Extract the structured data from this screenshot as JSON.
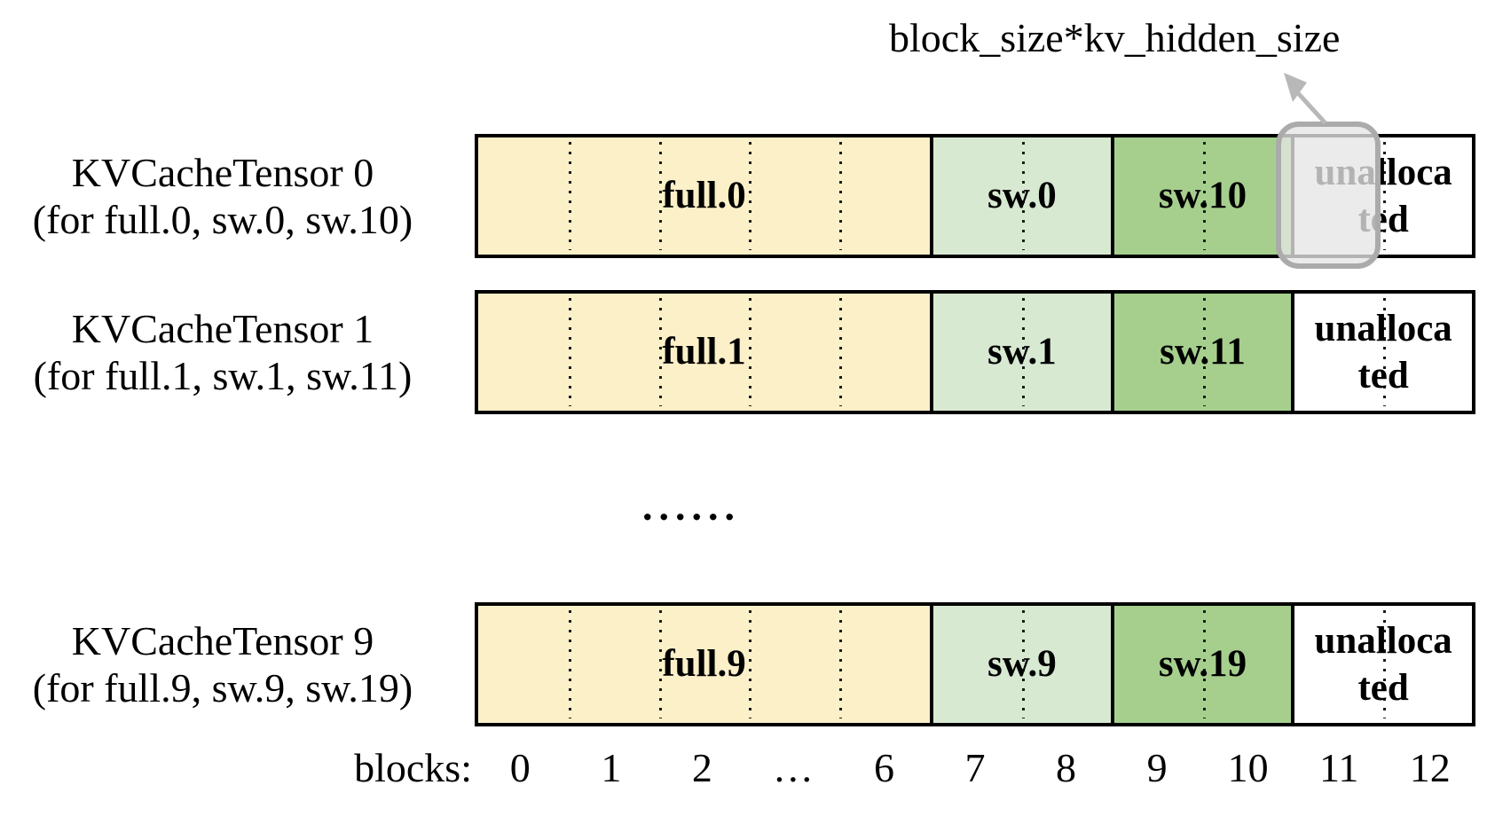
{
  "annotation": {
    "label": "block_size*kv_hidden_size"
  },
  "rows": [
    {
      "title": "KVCacheTensor 0",
      "subtitle": "(for full.0, sw.0, sw.10)",
      "highlighted": true,
      "segments": [
        {
          "label": "full.0",
          "kind": "full"
        },
        {
          "label": "sw.0",
          "kind": "sliding-window"
        },
        {
          "label": "sw.10",
          "kind": "sliding-window-2"
        },
        {
          "label": "unallocated",
          "kind": "unallocated"
        }
      ]
    },
    {
      "title": "KVCacheTensor 1",
      "subtitle": "(for full.1, sw.1, sw.11)",
      "highlighted": false,
      "segments": [
        {
          "label": "full.1",
          "kind": "full"
        },
        {
          "label": "sw.1",
          "kind": "sliding-window"
        },
        {
          "label": "sw.11",
          "kind": "sliding-window-2"
        },
        {
          "label": "unallocated",
          "kind": "unallocated"
        }
      ]
    },
    {
      "title": "KVCacheTensor 9",
      "subtitle": "(for full.9, sw.9, sw.19)",
      "highlighted": false,
      "segments": [
        {
          "label": "full.9",
          "kind": "full"
        },
        {
          "label": "sw.9",
          "kind": "sliding-window"
        },
        {
          "label": "sw.19",
          "kind": "sliding-window-2"
        },
        {
          "label": "unallocated",
          "kind": "unallocated"
        }
      ]
    }
  ],
  "ellipsis": "......",
  "blocks_axis": {
    "label": "blocks:",
    "ticks": [
      "0",
      "1",
      "2",
      "…",
      "6",
      "7",
      "8",
      "9",
      "10",
      "11",
      "12"
    ]
  },
  "colors": {
    "full_bg": "#FBF0C8",
    "sw_bg": "#D8E9D2",
    "sw2_bg": "#A6CF8E",
    "unalloc_bg": "#FFFFFF",
    "line": "#000000",
    "hl_border": "#ABABAB",
    "arrow": "#B8B8B8"
  }
}
